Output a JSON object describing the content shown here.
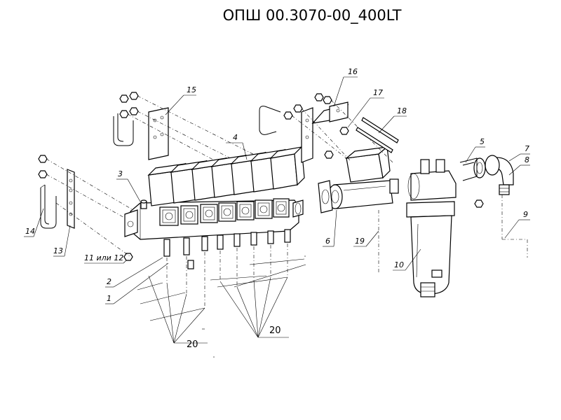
{
  "title": "ОПШ 00.3070-00_400LT",
  "callouts": {
    "c1": "1",
    "c2": "2",
    "c3": "3",
    "c4": "4",
    "c5": "5",
    "c6": "6",
    "c7": "7",
    "c8": "8",
    "c9": "9",
    "c10": "10",
    "c11": "11 или 12",
    "c13": "13",
    "c14": "14",
    "c15": "15",
    "c16": "16",
    "c17": "17",
    "c18": "18",
    "c19": "19",
    "c20a": "20",
    "c20b": "20"
  }
}
